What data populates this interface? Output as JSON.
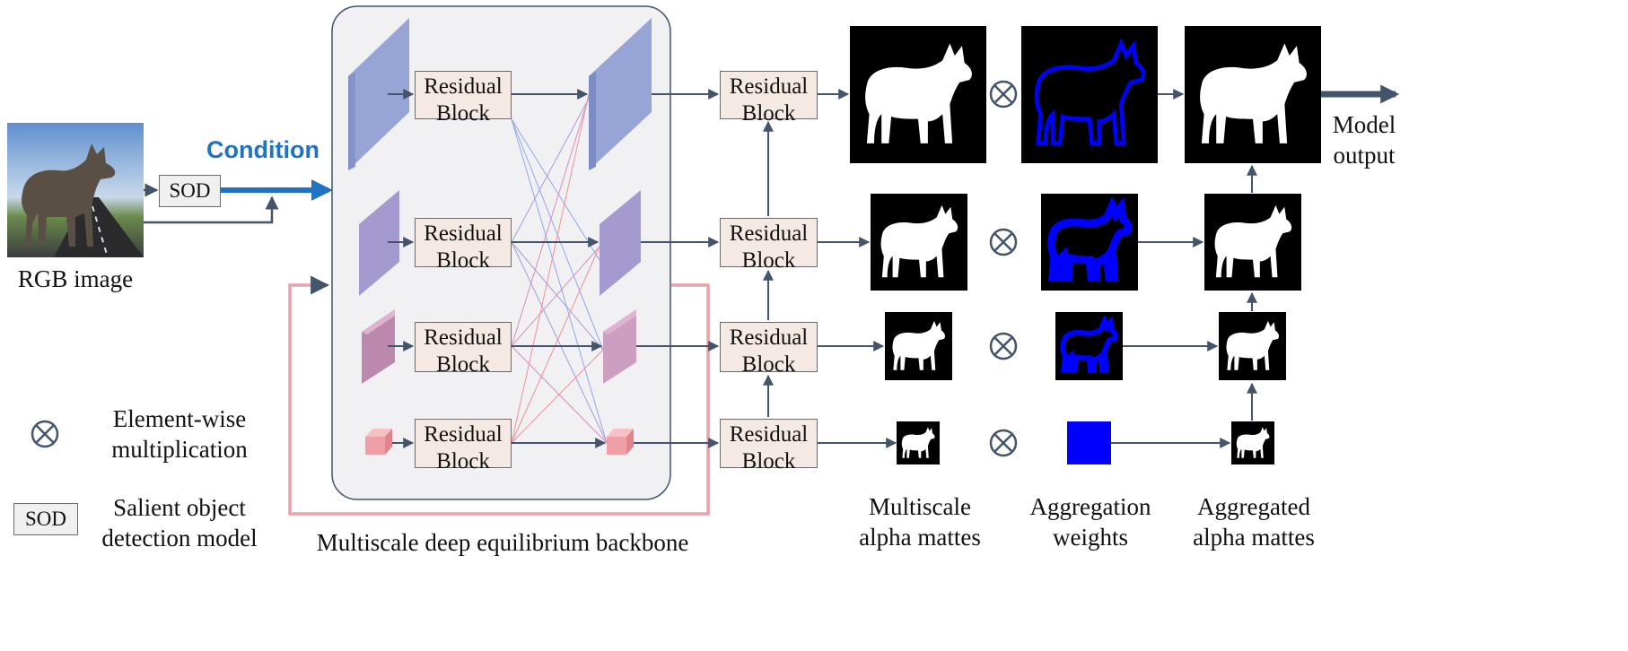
{
  "input": {
    "caption": "RGB image"
  },
  "sod": {
    "label": "SOD"
  },
  "condition": {
    "label": "Condition",
    "color": "#1f73c4"
  },
  "backbone": {
    "caption": "Multiscale deep equilibrium backbone",
    "blocks": [
      {
        "line1": "Residual",
        "line2": "Block"
      },
      {
        "line1": "Residual",
        "line2": "Block"
      },
      {
        "line1": "Residual",
        "line2": "Block"
      },
      {
        "line1": "Residual",
        "line2": "Block"
      }
    ]
  },
  "decoder_blocks": [
    {
      "line1": "Residual",
      "line2": "Block"
    },
    {
      "line1": "Residual",
      "line2": "Block"
    },
    {
      "line1": "Residual",
      "line2": "Block"
    },
    {
      "line1": "Residual",
      "line2": "Block"
    }
  ],
  "columns": {
    "mattes": {
      "line1": "Multiscale",
      "line2": "alpha mattes"
    },
    "weights": {
      "line1": "Aggregation",
      "line2": "weights"
    },
    "aggregated": {
      "line1": "Aggregated",
      "line2": "alpha mattes"
    }
  },
  "output": {
    "line1": "Model",
    "line2": "output"
  },
  "legend": {
    "multiply": {
      "line1": "Element-wise",
      "line2": "multiplication"
    },
    "sod": {
      "box": "SOD",
      "line1": "Salient object",
      "line2": "detection model"
    }
  },
  "colors": {
    "feature_blue": "#97a5d6",
    "feature_purple": "#a59ad0",
    "feature_mauve": "#cc9fc1",
    "feature_pink": "#ef9fa5",
    "arrow": "#44546a",
    "feedback": "#e8a0ac",
    "weight_blue": "#0000ff"
  }
}
